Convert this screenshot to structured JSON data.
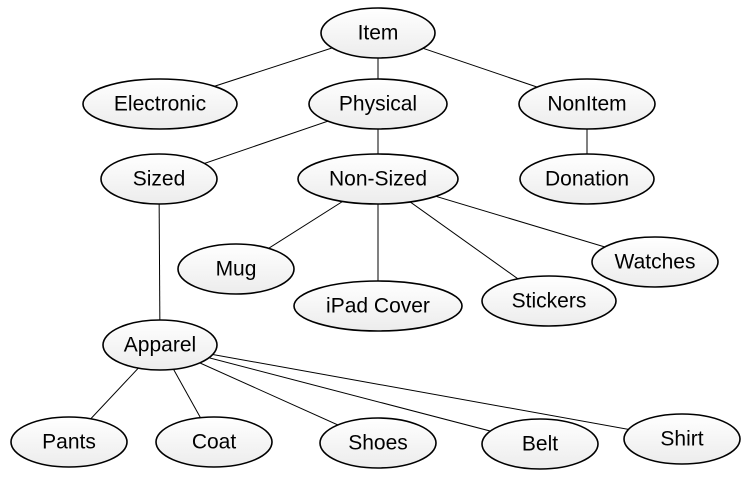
{
  "nodes": {
    "item": "Item",
    "electronic": "Electronic",
    "physical": "Physical",
    "nonitem": "NonItem",
    "sized": "Sized",
    "non_sized": "Non-Sized",
    "donation": "Donation",
    "mug": "Mug",
    "ipad_cover": "iPad Cover",
    "stickers": "Stickers",
    "watches": "Watches",
    "apparel": "Apparel",
    "pants": "Pants",
    "coat": "Coat",
    "shoes": "Shoes",
    "belt": "Belt",
    "shirt": "Shirt"
  },
  "edges": [
    [
      "item",
      "electronic"
    ],
    [
      "item",
      "physical"
    ],
    [
      "item",
      "nonitem"
    ],
    [
      "physical",
      "sized"
    ],
    [
      "physical",
      "non_sized"
    ],
    [
      "nonitem",
      "donation"
    ],
    [
      "non_sized",
      "mug"
    ],
    [
      "non_sized",
      "ipad_cover"
    ],
    [
      "non_sized",
      "stickers"
    ],
    [
      "non_sized",
      "watches"
    ],
    [
      "sized",
      "apparel"
    ],
    [
      "apparel",
      "pants"
    ],
    [
      "apparel",
      "coat"
    ],
    [
      "apparel",
      "shoes"
    ],
    [
      "apparel",
      "belt"
    ],
    [
      "apparel",
      "shirt"
    ]
  ]
}
